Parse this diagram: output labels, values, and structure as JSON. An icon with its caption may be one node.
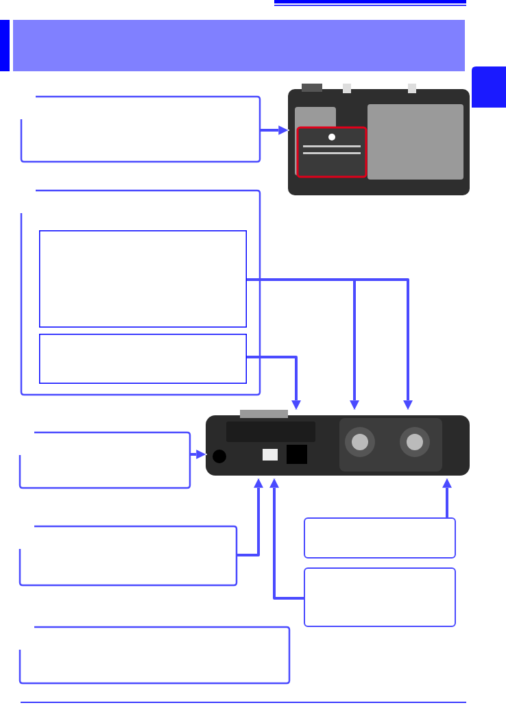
{
  "diagram": {
    "nodes": [
      {
        "text": [],
        "shape": "box"
      },
      {
        "text": [],
        "shape": "picture"
      },
      {
        "text": [],
        "shape": "box"
      },
      {
        "text": [],
        "shape": "box",
        "in": 2
      },
      {
        "text": [],
        "shape": "box",
        "in": 2
      },
      {
        "text": [],
        "shape": "picture"
      },
      {
        "text": [],
        "shape": "box"
      },
      {
        "text": [],
        "shape": "box"
      },
      {
        "text": [],
        "shape": "box"
      },
      {
        "text": [],
        "shape": "box"
      },
      {
        "text": [],
        "shape": "box"
      }
    ],
    "edges": [
      {
        "from": 0,
        "to": 1,
        "arrow": "to"
      },
      {
        "from": 3,
        "to": 5,
        "arrow": "to"
      },
      {
        "from": 3,
        "to": 5,
        "arrow": "to"
      },
      {
        "from": 4,
        "to": 5,
        "arrow": "to"
      },
      {
        "from": 6,
        "to": 5,
        "arrow": "to"
      },
      {
        "from": 7,
        "to": 5,
        "arrow": "to"
      },
      {
        "from": 9,
        "to": 5,
        "arrow": "to"
      },
      {
        "from": 8,
        "to": 5,
        "arrow": "to"
      }
    ]
  }
}
